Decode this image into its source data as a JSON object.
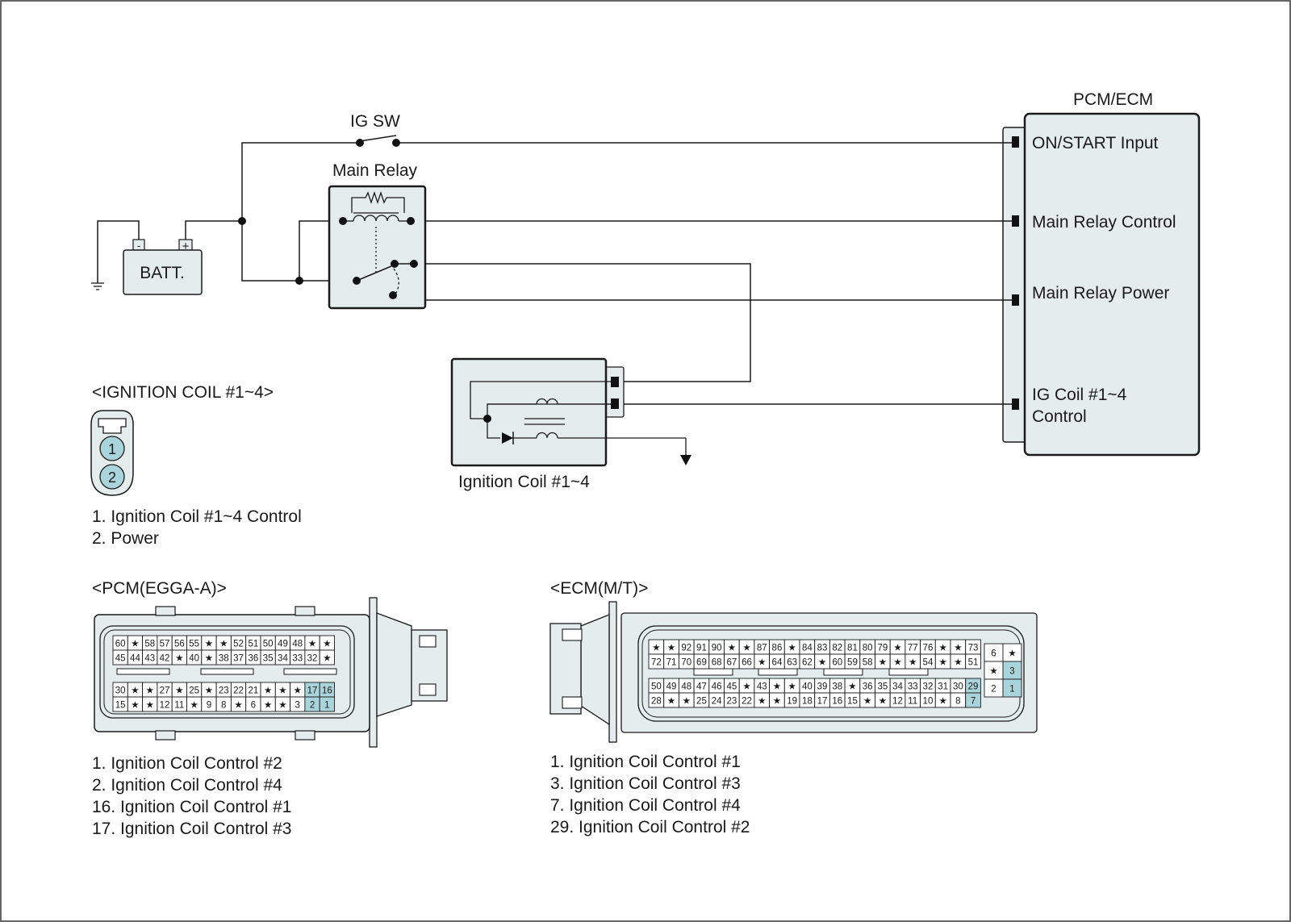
{
  "circuit": {
    "pcm_ecm_title": "PCM/ECM",
    "ig_sw": "IG SW",
    "main_relay": "Main Relay",
    "battery": "BATT.",
    "battery_minus": "-",
    "battery_plus": "+",
    "ecu_pins": [
      "ON/START Input",
      "Main Relay Control",
      "Main Relay Power"
    ],
    "ig_coil_control_line1": "IG Coil #1~4",
    "ig_coil_control_line2": "Control",
    "coil_label": "Ignition Coil #1~4"
  },
  "coil_connector": {
    "title": "<IGNITION COIL #1~4>",
    "pins": [
      "1",
      "2"
    ],
    "legend": [
      "1. Ignition Coil #1~4 Control",
      "2. Power"
    ]
  },
  "pcm_connector": {
    "title": "<PCM(EGGA-A)>",
    "rows": [
      [
        "60",
        "★",
        "58",
        "57",
        "56",
        "55",
        "★",
        "★",
        "52",
        "51",
        "50",
        "49",
        "48",
        "★",
        "★"
      ],
      [
        "45",
        "44",
        "43",
        "42",
        "★",
        "40",
        "★",
        "38",
        "37",
        "36",
        "35",
        "34",
        "33",
        "32",
        "★"
      ],
      [
        "30",
        "★",
        "★",
        "27",
        "★",
        "25",
        "★",
        "23",
        "22",
        "21",
        "★",
        "★",
        "★",
        "17",
        "16"
      ],
      [
        "15",
        "★",
        "★",
        "12",
        "11",
        "★",
        "9",
        "8",
        "★",
        "6",
        "★",
        "★",
        "3",
        "2",
        "1"
      ]
    ],
    "highlighted": [
      "17",
      "16",
      "2",
      "1"
    ],
    "legend": [
      "1. Ignition Coil Control #2",
      "2. Ignition Coil Control #4",
      "16. Ignition Coil Control #1",
      "17. Ignition Coil Control #3"
    ]
  },
  "ecm_connector": {
    "title": "<ECM(M/T)>",
    "rows": [
      [
        "★",
        "★",
        "92",
        "91",
        "90",
        "★",
        "★",
        "87",
        "86",
        "★",
        "84",
        "83",
        "82",
        "81",
        "80",
        "79",
        "★",
        "77",
        "76",
        "★",
        "★",
        "73"
      ],
      [
        "72",
        "71",
        "70",
        "69",
        "68",
        "67",
        "66",
        "★",
        "64",
        "63",
        "62",
        "★",
        "60",
        "59",
        "58",
        "★",
        "★",
        "★",
        "54",
        "★",
        "★",
        "51"
      ],
      [
        "50",
        "49",
        "48",
        "47",
        "46",
        "45",
        "★",
        "43",
        "★",
        "★",
        "40",
        "39",
        "38",
        "★",
        "36",
        "35",
        "34",
        "33",
        "32",
        "31",
        "30",
        "29"
      ],
      [
        "28",
        "★",
        "★",
        "25",
        "24",
        "23",
        "22",
        "★",
        "★",
        "19",
        "18",
        "17",
        "16",
        "15",
        "★",
        "★",
        "12",
        "11",
        "10",
        "★",
        "8",
        "7"
      ]
    ],
    "small_block": [
      [
        "6",
        "★"
      ],
      [
        "★",
        "3"
      ],
      [
        "2",
        "1"
      ]
    ],
    "highlighted": [
      "29",
      "7",
      "3",
      "1"
    ],
    "legend": [
      "1. Ignition Coil Control #1",
      "3. Ignition Coil Control #3",
      "7. Ignition Coil Control #4",
      "29. Ignition Coil Control #2"
    ]
  }
}
